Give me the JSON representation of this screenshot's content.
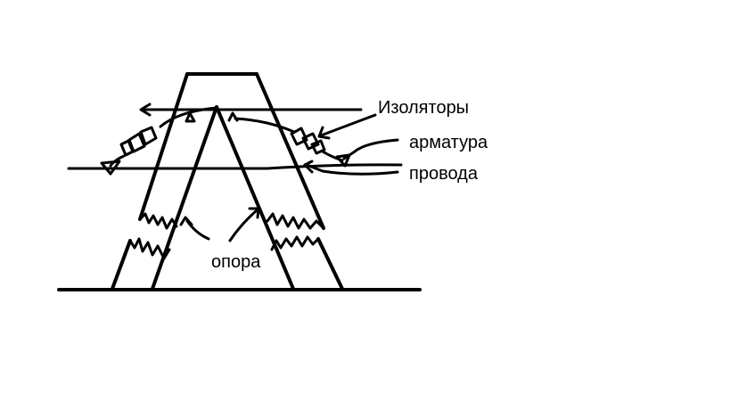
{
  "labels": {
    "insulators": "Изоляторы",
    "fittings": "арматура",
    "wires": "провода",
    "support": "опора"
  },
  "colors": {
    "ink": "#000000",
    "background": "#ffffff"
  }
}
